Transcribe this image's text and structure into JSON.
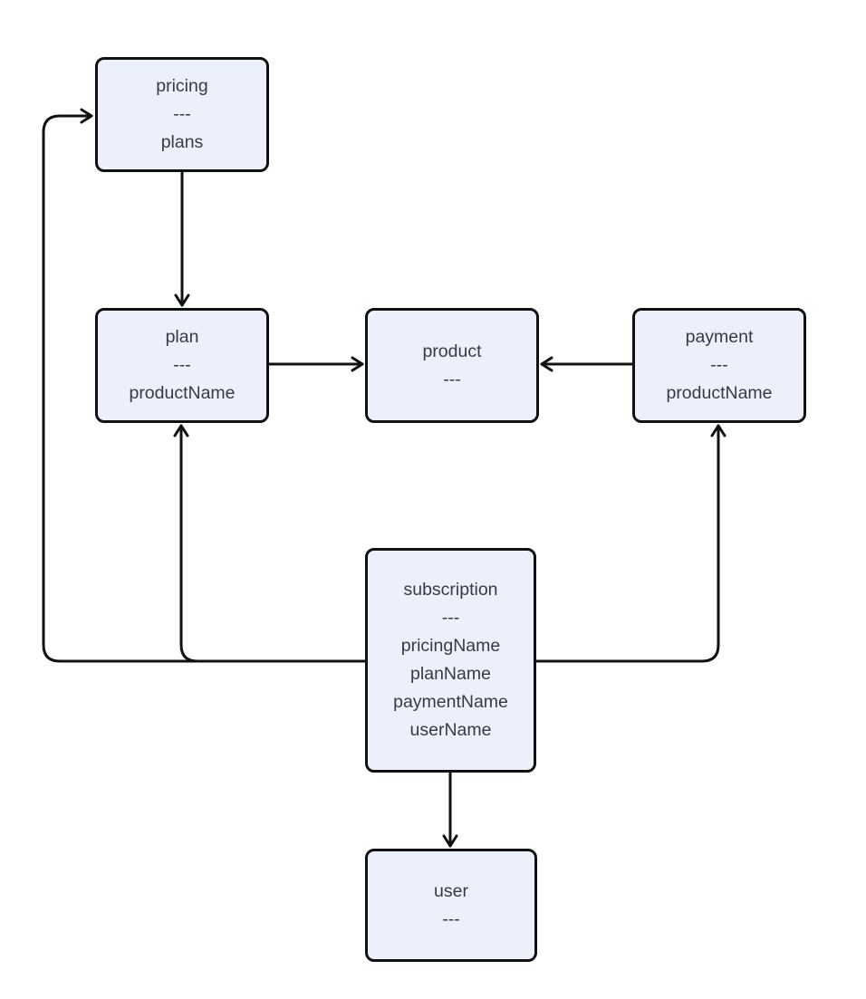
{
  "diagram": {
    "type": "entity-relationship-flowchart",
    "background": "#FFFFFF",
    "colors": {
      "node_fill": "#ECF0FA",
      "node_border": "#111111",
      "edge_stroke": "#111111",
      "text": "#343B45"
    },
    "nodes": [
      {
        "id": "pricing",
        "title": "pricing",
        "divider": "---",
        "attributes": [
          "plans"
        ]
      },
      {
        "id": "plan",
        "title": "plan",
        "divider": "---",
        "attributes": [
          "productName"
        ]
      },
      {
        "id": "product",
        "title": "product",
        "divider": "---",
        "attributes": []
      },
      {
        "id": "payment",
        "title": "payment",
        "divider": "---",
        "attributes": [
          "productName"
        ]
      },
      {
        "id": "subscription",
        "title": "subscription",
        "divider": "---",
        "attributes": [
          "pricingName",
          "planName",
          "paymentName",
          "userName"
        ]
      },
      {
        "id": "user",
        "title": "user",
        "divider": "---",
        "attributes": []
      }
    ],
    "edges": [
      {
        "from": "pricing",
        "to": "plan"
      },
      {
        "from": "plan",
        "to": "product"
      },
      {
        "from": "payment",
        "to": "product"
      },
      {
        "from": "subscription",
        "to": "pricing"
      },
      {
        "from": "subscription",
        "to": "plan"
      },
      {
        "from": "subscription",
        "to": "payment"
      },
      {
        "from": "subscription",
        "to": "user"
      }
    ]
  }
}
